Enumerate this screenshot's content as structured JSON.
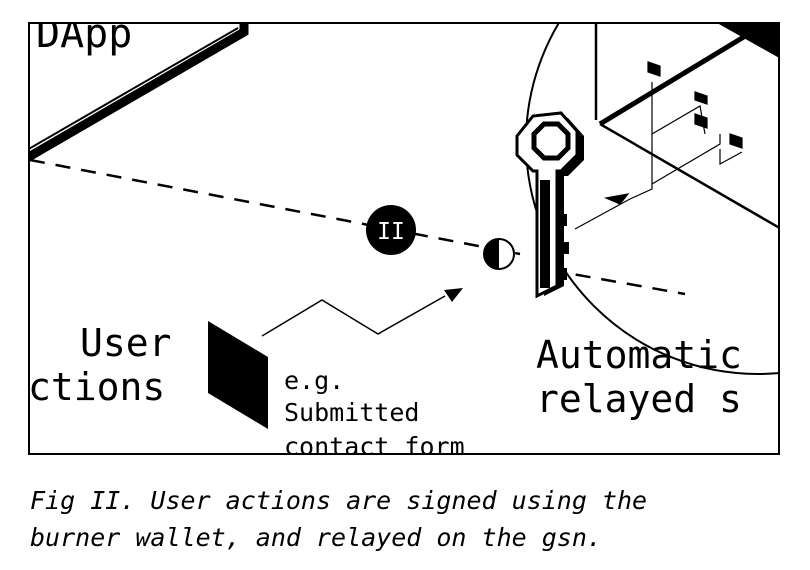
{
  "diagram": {
    "label_dapp": "DApp",
    "label_user_line1": "User",
    "label_user_line2": "ctions",
    "label_example_line1": "e.g.",
    "label_example_line2": "Submitted",
    "label_example_line3": "contact form",
    "label_auto_line1": "Automatic",
    "label_auto_line2": "relayed s",
    "badge_text": "II"
  },
  "caption": {
    "line1": "Fig II. User actions are signed using the",
    "line2": "burner wallet, and relayed on the gsn."
  },
  "icons": [
    "dapp-box-icon",
    "key-icon",
    "half-circle-icon",
    "signed-action-parallelogram-icon",
    "relay-network-box-icon"
  ]
}
